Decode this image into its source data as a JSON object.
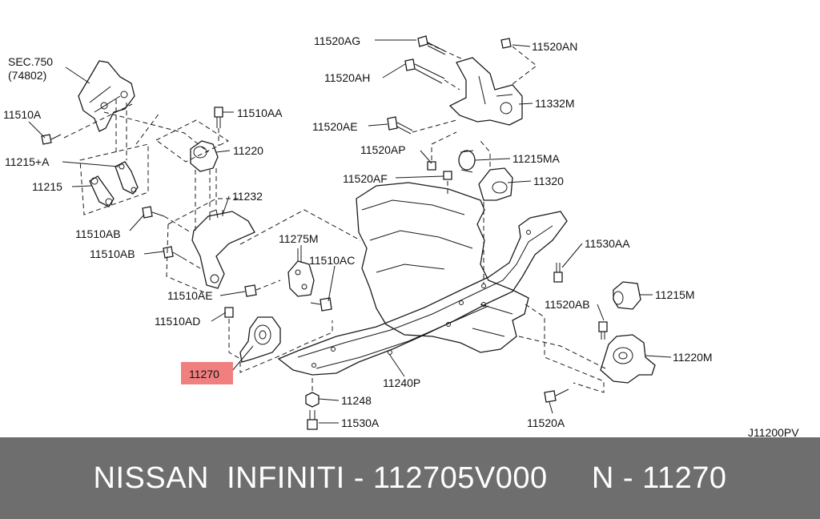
{
  "diagram": {
    "sec_ref_line1": "SEC.750",
    "sec_ref_line2": "(74802)",
    "figure_code": "J11200PV",
    "highlight_color": "#f08080",
    "labels": {
      "l_11520AG": "11520AG",
      "l_11520AN": "11520AN",
      "l_11520AH": "11520AH",
      "l_11332M": "11332M",
      "l_11520AE": "11520AE",
      "l_11520AP": "11520AP",
      "l_11215MA": "11215MA",
      "l_11520AF": "11520AF",
      "l_11320": "11320",
      "l_11510A": "11510A",
      "l_11510AA": "11510AA",
      "l_11220": "11220",
      "l_11215A": "11215+A",
      "l_11215": "11215",
      "l_11232": "11232",
      "l_11510AB_1": "11510AB",
      "l_11510AB_2": "11510AB",
      "l_11275M": "11275M",
      "l_11510AC": "11510AC",
      "l_11530AA": "11530AA",
      "l_11510AE": "11510AE",
      "l_11215M": "11215M",
      "l_11520AB": "11520AB",
      "l_11510AD": "11510AD",
      "l_11270": "11270",
      "l_11240P": "11240P",
      "l_11220M": "11220M",
      "l_11248": "11248",
      "l_11530A": "11530A",
      "l_11520A": "11520A"
    }
  },
  "footer": {
    "text": "NISSAN  INFINITI - 112705V000     N - 11270",
    "background": "#6e6e6e"
  }
}
